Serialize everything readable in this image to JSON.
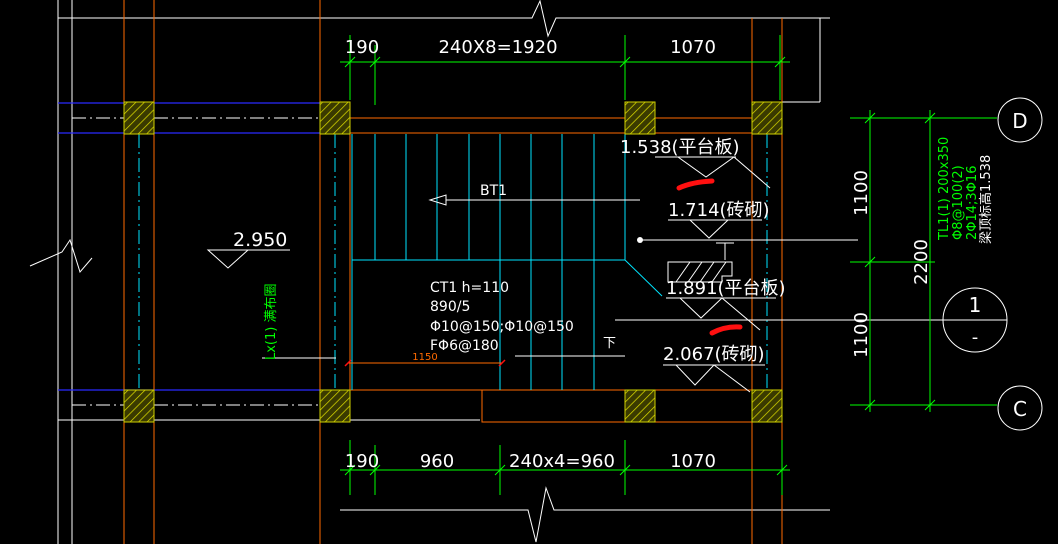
{
  "canvas": {
    "background_color": "#000000"
  },
  "colors": {
    "line_white": "#ffffff",
    "dimension_green": "#00ff00",
    "stair_cyan": "#00e5ff",
    "beam_blue": "#2a2aff",
    "column_yellow": "#cfcf00",
    "wall_orange": "#ff6a00",
    "markup_red": "#ff1010"
  },
  "dimensions": {
    "top": [
      "190",
      "240X8=1920",
      "1070"
    ],
    "bottom": [
      "190",
      "960",
      "240x4=960",
      "1070"
    ],
    "right_upper": "1100",
    "right_lower": "1100",
    "right_total": "2200",
    "landing": "1150"
  },
  "axes": {
    "d": "D",
    "c": "C",
    "detail_number": "1",
    "detail_sheet": "-"
  },
  "elevations": {
    "slab_2950": "2.950",
    "platform_1538": "1.538(平台板)",
    "brick_1714": "1.714(砖砌)",
    "platform_1891": "1.891(平台板)",
    "brick_2067": "2.067(砖砌)"
  },
  "stair": {
    "flight_label": "BT1",
    "slab_lines": [
      "CT1 h=110",
      "890/5",
      "Φ10@150;Φ10@150",
      "FΦ6@180"
    ],
    "down_label": "下"
  },
  "beam_labels": {
    "left": "Lx(1) 满布圈",
    "right": [
      "TL1(1) 200x350",
      "Φ8@100(2)",
      "2Φ14;3Φ16",
      "梁顶标高1.538"
    ]
  }
}
